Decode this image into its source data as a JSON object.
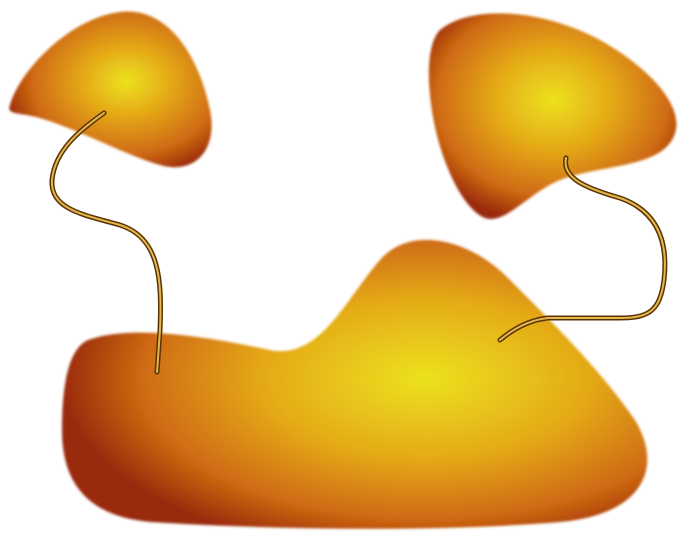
{
  "scene": {
    "background": "#ffffff",
    "blob_colors": {
      "edge": "#9a2a0c",
      "mid": "#cf6a12",
      "inner": "#e4a918",
      "center": "#ece21e"
    },
    "wire_colors": {
      "dark": "#5a3206",
      "light": "#e3b84a"
    },
    "shapes": [
      "left-upper-blob",
      "right-upper-blob",
      "bottom-main-blob",
      "left-connector-wire",
      "right-connector-wire"
    ]
  }
}
